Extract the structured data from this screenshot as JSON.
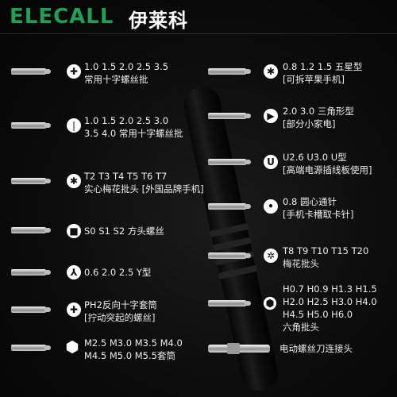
{
  "brand": {
    "name": "ELECALL",
    "name_cn": "伊莱科"
  },
  "items": [
    {
      "id": "cross",
      "icon": "cross-tip-icon",
      "lines": [
        "1.0   1.5   2.0   2.5   3.5",
        "常用十字螺丝批"
      ]
    },
    {
      "id": "slot",
      "icon": "slot-tip-icon",
      "lines": [
        "1.0   1.5   2.0   2.5   3.0",
        "3.5   4.0   常用十字螺丝批"
      ]
    },
    {
      "id": "torx",
      "icon": "torx-tip-icon",
      "lines": [
        "T2   T3   T4   T5   T6   T7",
        "实心梅花批头 [外国品牌手机]"
      ]
    },
    {
      "id": "square",
      "icon": "square-tip-icon",
      "lines": [
        "S0   S1   S2 方头螺丝"
      ]
    },
    {
      "id": "ytype",
      "icon": "y-tip-icon",
      "lines": [
        "0.6  2.0  2.5 Y型"
      ]
    },
    {
      "id": "ph2",
      "icon": "ph2-socket-icon",
      "lines": [
        "PH2反向十字套筒",
        "[拧动突起的螺丝]"
      ]
    },
    {
      "id": "socket",
      "icon": "hex-socket-icon",
      "lines": [
        "M2.5   M3.0   M3.5   M4.0",
        "M4.5   M5.0   M5.5套筒"
      ]
    },
    {
      "id": "pentalobe",
      "icon": "star-tip-icon",
      "lines": [
        "0.8   1.2   1.5 五星型",
        "[可拆苹果手机]"
      ]
    },
    {
      "id": "triwing",
      "icon": "triangle-tip-icon",
      "lines": [
        "2.0  3.0 三角形型",
        "[部分小家电]"
      ]
    },
    {
      "id": "utype",
      "icon": "u-tip-icon",
      "lines": [
        "U2.6   U3.0   U型",
        "[高端电源插线板使用]"
      ]
    },
    {
      "id": "pin",
      "icon": "pin-tip-icon",
      "lines": [
        "0.8 圆心通针",
        "[手机卡槽取卡针]"
      ]
    },
    {
      "id": "torxhole",
      "icon": "torx-hollow-icon",
      "lines": [
        "T8   T9    T10   T15  T20",
        "梅花批头"
      ]
    },
    {
      "id": "hex",
      "icon": "hex-tip-icon",
      "lines": [
        "H0.7 H0.9 H1.3 H1.5",
        "H2.0 H2.5 H3.0 H4.0",
        "H4.5 H5.0 H6.0",
        "六角批头"
      ]
    },
    {
      "id": "motor",
      "icon": "adapter-bit-icon",
      "lines": [
        "电动螺丝刀连接头"
      ]
    }
  ]
}
